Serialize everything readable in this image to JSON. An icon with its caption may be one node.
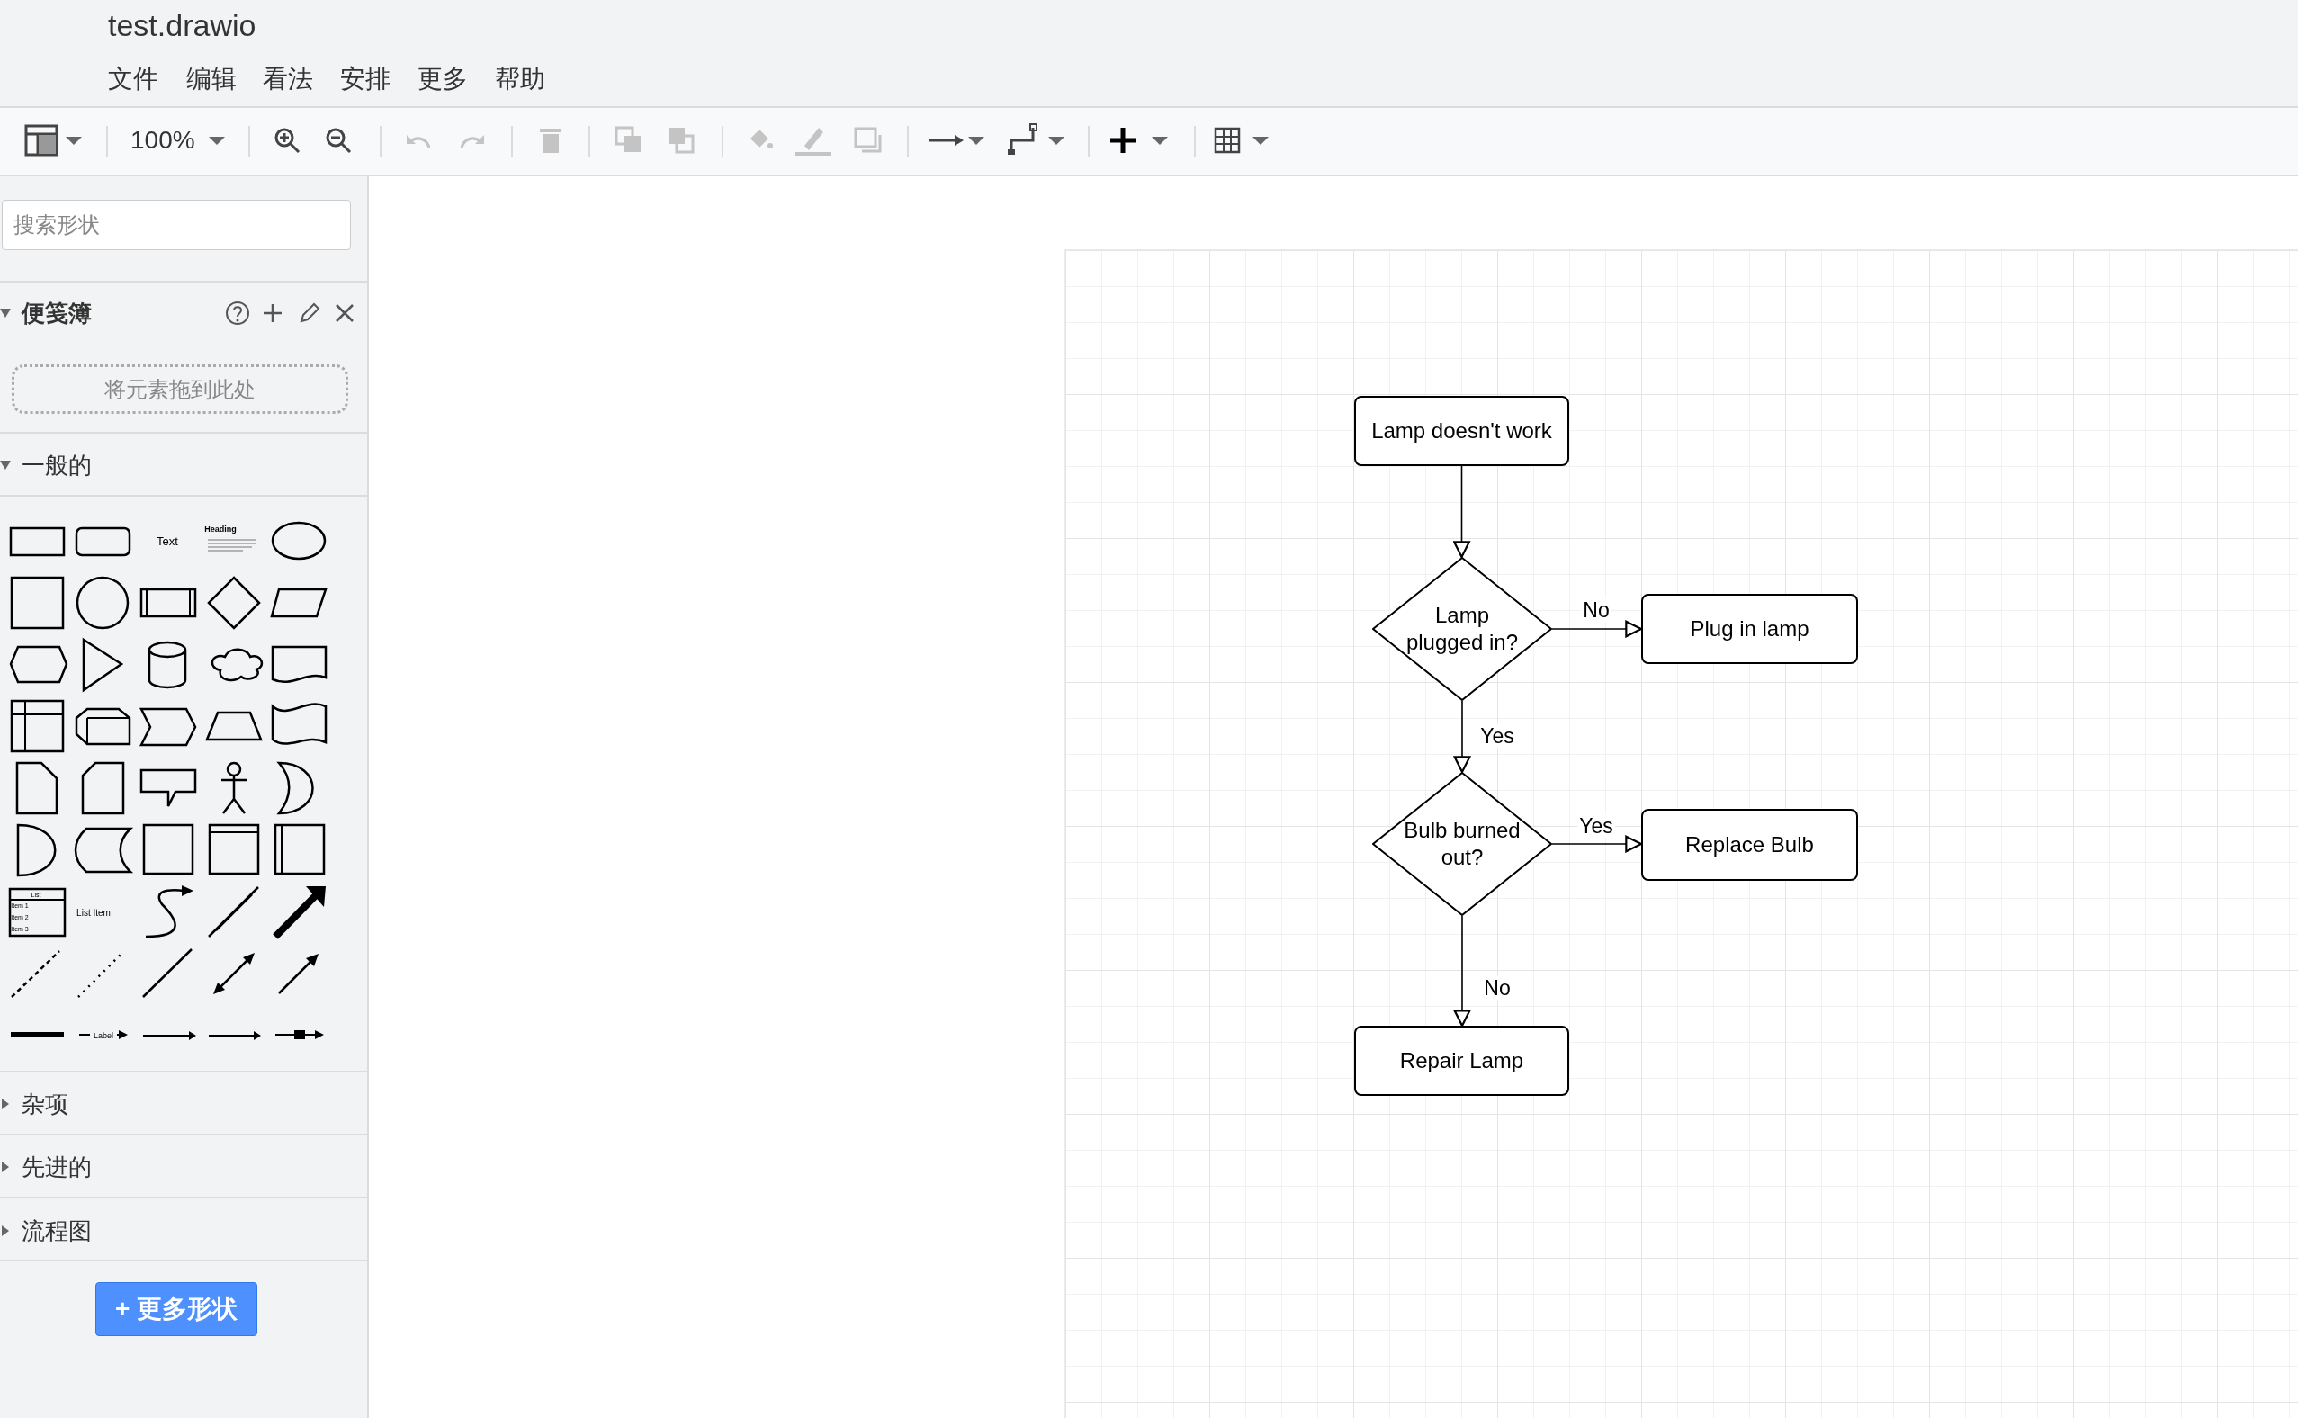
{
  "diagram": {
    "nodes": [
      {
        "text": [
          "Lamp doesn't work"
        ]
      },
      {
        "text": [
          "Lamp plugged in?"
        ]
      },
      {
        "text": [
          "Plug in lamp"
        ]
      },
      {
        "text": [
          "Bulb burned out?"
        ]
      },
      {
        "text": [
          "Replace Bulb"
        ]
      },
      {
        "text": [
          "Repair Lamp"
        ]
      }
    ],
    "edges": [
      {
        "from": 0,
        "to": 1,
        "arrow": "to"
      },
      {
        "from": 1,
        "to": 2,
        "arrow": "to",
        "label": "No"
      },
      {
        "from": 1,
        "to": 3,
        "arrow": "to",
        "label": "Yes"
      },
      {
        "from": 3,
        "to": 4,
        "arrow": "to",
        "label": "Yes"
      },
      {
        "from": 3,
        "to": 5,
        "arrow": "to",
        "label": "No"
      }
    ],
    "labels": [
      "test.drawio",
      "文件",
      "编辑",
      "看法",
      "安排",
      "更多",
      "帮助",
      "100%",
      "搜索形状",
      "便笺簿",
      "将元素拖到此处",
      "一般的",
      "Text",
      "Heading",
      "List",
      "Item 1",
      "Item 2",
      "Item 3",
      "List Item",
      "Label",
      "杂项",
      "先进的",
      "流程图",
      "+ 更多形状"
    ]
  }
}
